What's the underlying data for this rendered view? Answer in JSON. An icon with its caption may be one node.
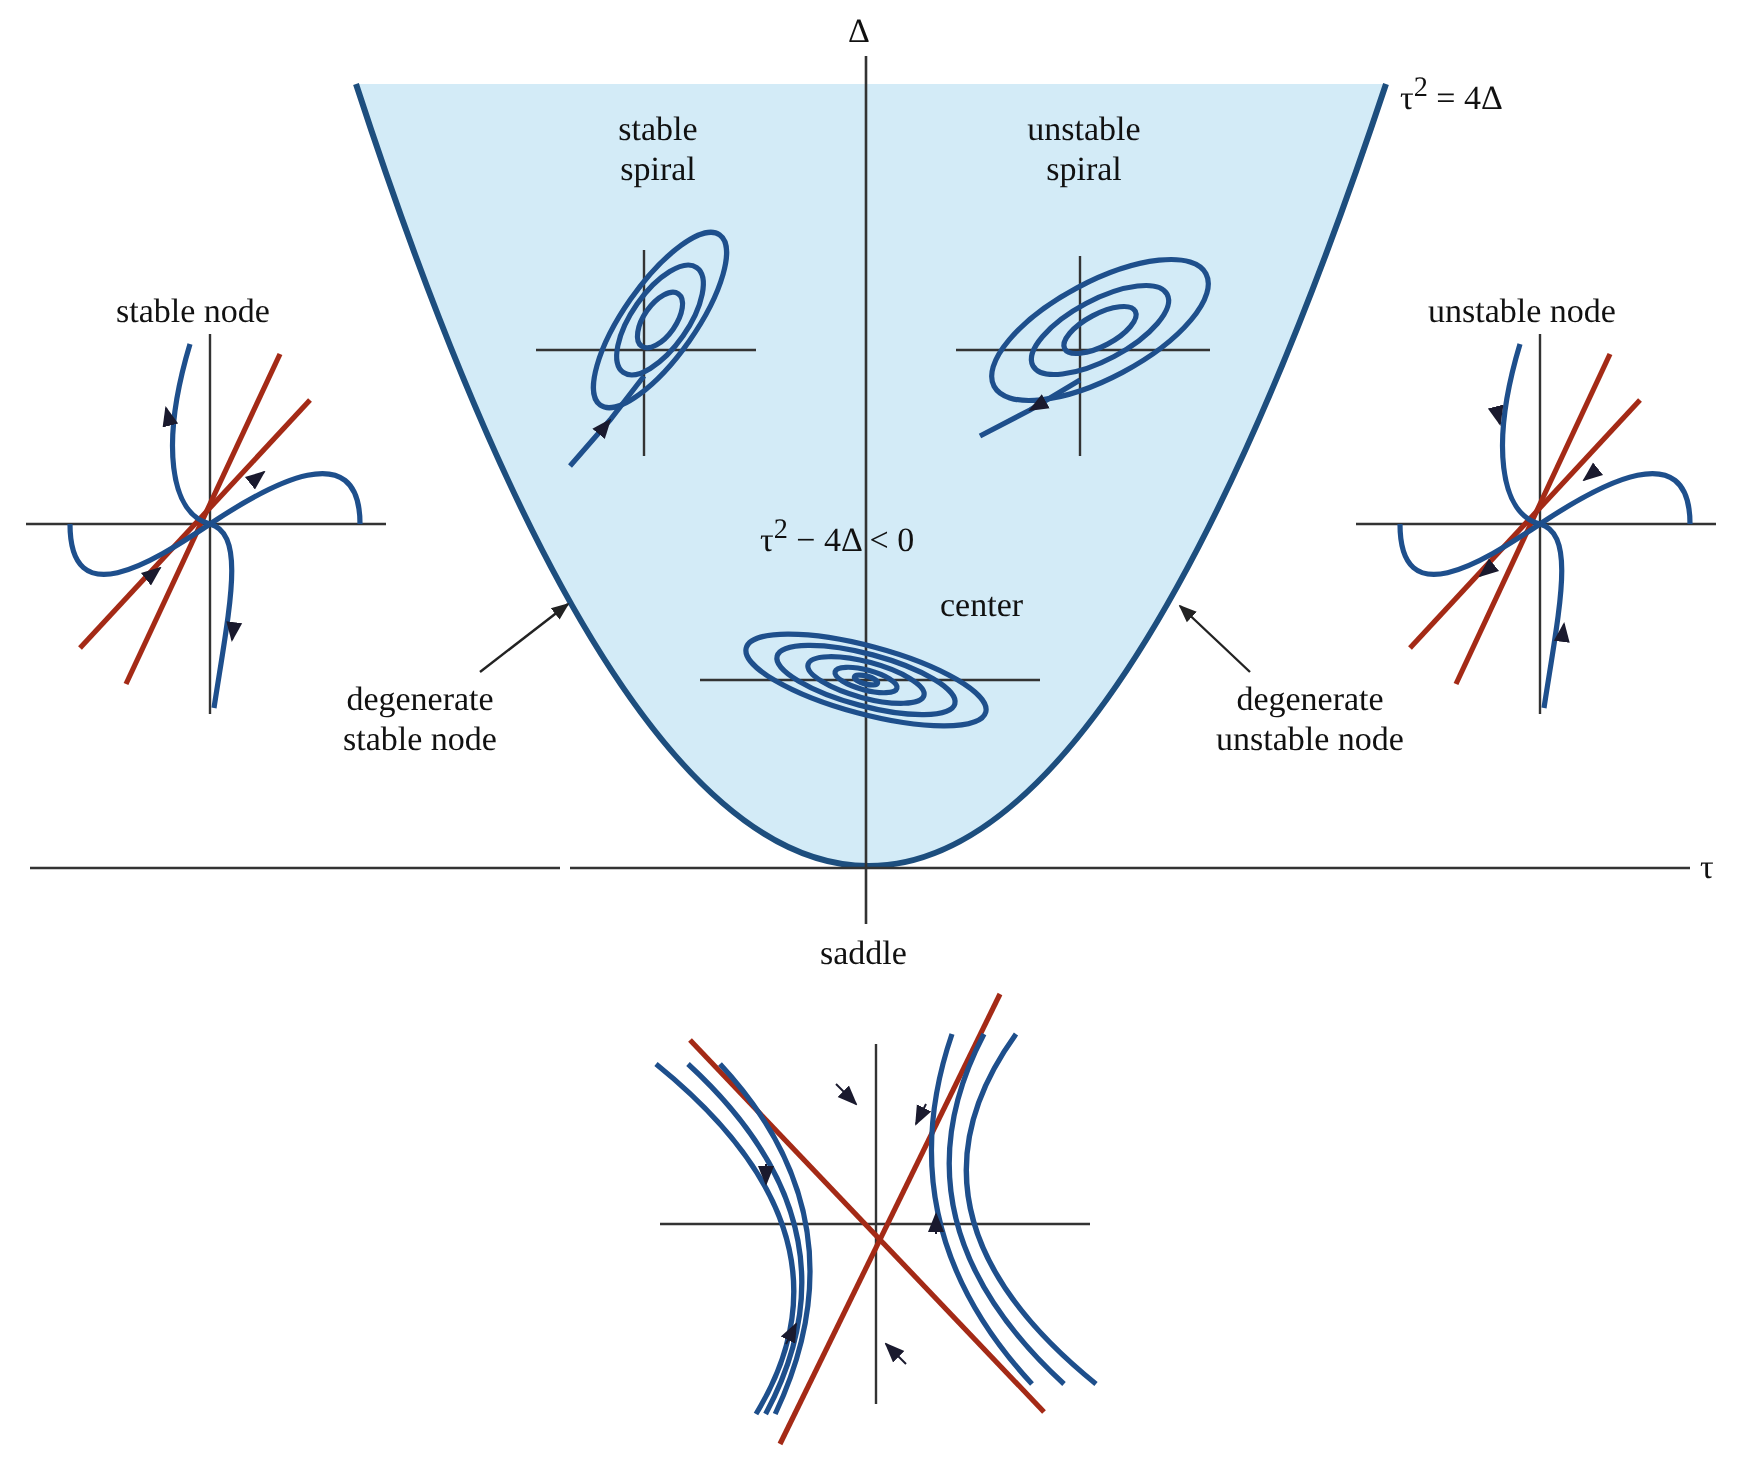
{
  "diagram": {
    "nodes": [
      {
        "text": [
          "degenerate stable node"
        ]
      },
      {
        "text": [
          "degenerate unstable node"
        ]
      }
    ],
    "edges": [
      {
        "from": 0,
        "to": null,
        "arrow": "to"
      },
      {
        "from": 1,
        "to": null,
        "arrow": "to"
      }
    ],
    "labels": [
      "Δ",
      "τ$^{2}$ = 4Δ",
      "stable spiral",
      "unstable spiral",
      "stable node",
      "unstable node",
      "τ$^{2}$ − 4Δ < 0",
      "center",
      "τ",
      "saddle"
    ]
  }
}
